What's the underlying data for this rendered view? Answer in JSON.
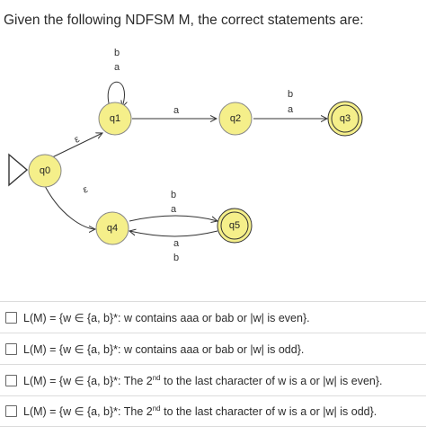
{
  "question": "Given the following NDFSM M, the correct statements are:",
  "automaton": {
    "states": {
      "q0": "q0",
      "q1": "q1",
      "q2": "q2",
      "q3": "q3",
      "q4": "q4",
      "q5": "q5"
    },
    "labels": {
      "q1_loop_b": "b",
      "q1_loop_a": "a",
      "q0_q1": "ε",
      "q0_q4": "ε",
      "q1_q2": "a",
      "q2_q3_b": "b",
      "q2_q3_a": "a",
      "q4_q5_b": "b",
      "q4_q5_a": "a",
      "q5_q4_a": "a",
      "q5_q4_b": "b"
    },
    "accepting_states": [
      "q3",
      "q5"
    ],
    "state_fill": "#f5ef8a",
    "state_stroke": "#888888"
  },
  "options": [
    {
      "prefix": "L(M) = {w ∈ {a, b}*: w contains aaa or bab or |w| is even}."
    },
    {
      "prefix": "L(M) = {w ∈ {a, b}*: w contains aaa or bab or |w| is odd}."
    },
    {
      "prefix": "L(M) = {w ∈ {a, b}*: The 2",
      "sup": "nd",
      "suffix": " to the last character of w is a or |w| is even}."
    },
    {
      "prefix": "L(M) = {w ∈ {a, b}*: The 2",
      "sup": "nd",
      "suffix": " to the last character of w is a or |w| is odd}."
    }
  ]
}
